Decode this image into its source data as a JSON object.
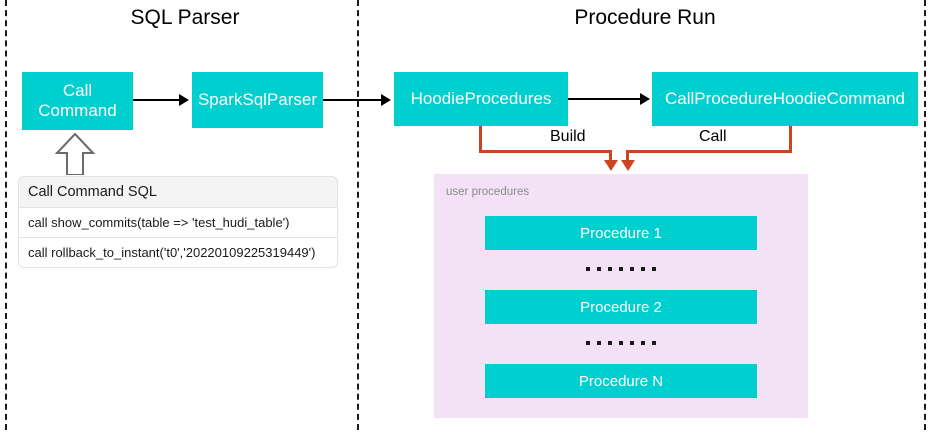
{
  "diagram": {
    "sections": [
      {
        "id": "sql-parser",
        "title": "SQL Parser"
      },
      {
        "id": "procedure-run",
        "title": "Procedure Run"
      }
    ],
    "nodes": [
      {
        "id": "call-command",
        "label": "Call\nCommand",
        "line1": "Call",
        "line2": "Command"
      },
      {
        "id": "spark-sql-parser",
        "label": "SparkSqlParser"
      },
      {
        "id": "hoodie-procedures",
        "label": "HoodieProcedures"
      },
      {
        "id": "call-procedure-hoodie-command",
        "label": "CallProcedureHoodieCommand"
      }
    ],
    "edge_labels": {
      "build": "Build",
      "call": "Call"
    },
    "sql_table": {
      "header": "Call Command SQL",
      "rows": [
        "call show_commits(table => 'test_hudi_table')",
        "call rollback_to_instant('t0','20220109225319449')"
      ]
    },
    "procedures_panel": {
      "label": "user procedures",
      "items": [
        {
          "label": "Procedure 1"
        },
        {
          "label": "Procedure 2"
        },
        {
          "label": "Procedure N"
        }
      ],
      "ellipsis_dot_count": 7
    },
    "colors": {
      "node_fill": "#00CFCF",
      "node_text": "#FFFFFF",
      "panel_fill": "#F3E2F6",
      "panel_label": "#8A8A8A",
      "connector_orange": "#CC4422",
      "arrow_black": "#000000",
      "divider_dash": "#1A1A1A",
      "table_header_fill": "#F4F4F4",
      "table_border": "#E2E2E2"
    }
  }
}
